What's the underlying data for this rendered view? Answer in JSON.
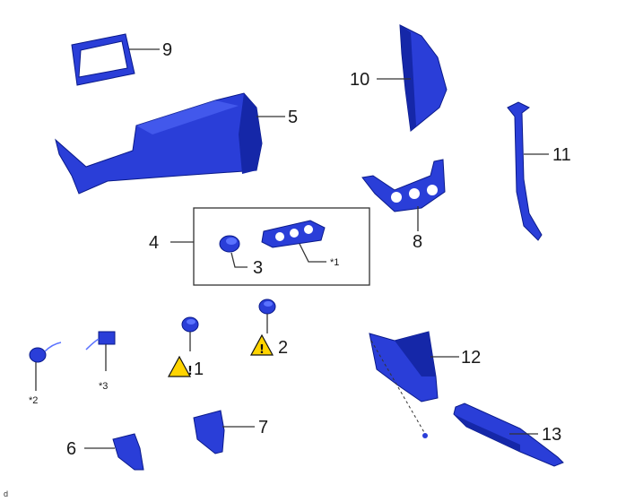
{
  "colors": {
    "part_fill": "#2a3ed8",
    "part_shade": "#1527a8",
    "part_highlight": "#5a72ff",
    "warning_fill": "#ffd400",
    "line": "#333333"
  },
  "callouts": {
    "c1": "1",
    "c2": "2",
    "c3": "3",
    "c4": "4",
    "c5": "5",
    "c6": "6",
    "c7": "7",
    "c8": "8",
    "c9": "9",
    "c10": "10",
    "c11": "11",
    "c12": "12",
    "c13": "13"
  },
  "notes": {
    "n1": "*1",
    "n2": "*2",
    "n3": "*3"
  },
  "warning": {
    "symbol": "!"
  },
  "corner_mark": "d"
}
